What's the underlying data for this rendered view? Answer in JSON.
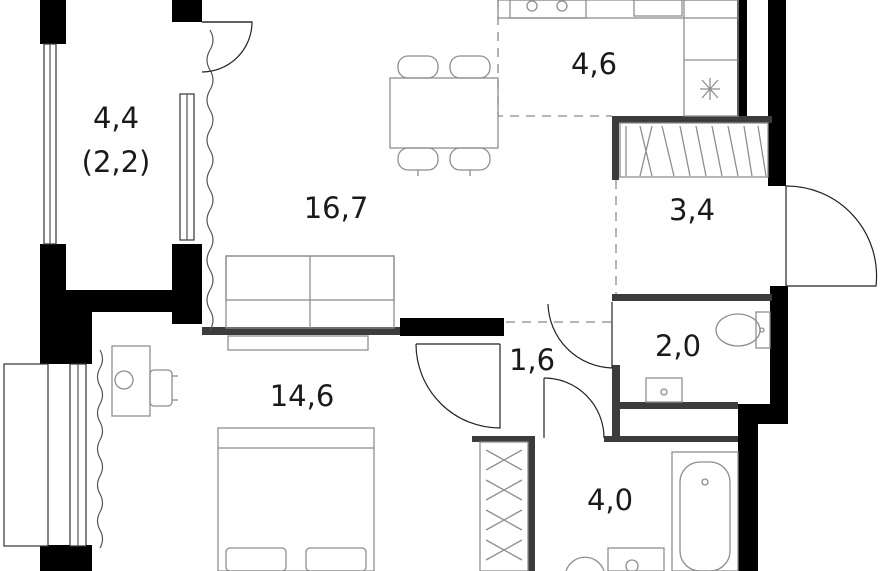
{
  "plan": {
    "rooms": [
      {
        "id": "balcony",
        "label": "4,4",
        "sublabel": "(2,2)"
      },
      {
        "id": "kitchen-living",
        "label": "16,7"
      },
      {
        "id": "kitchen-zone",
        "label": "4,6"
      },
      {
        "id": "wardrobe",
        "label": "3,4"
      },
      {
        "id": "toilet",
        "label": "2,0"
      },
      {
        "id": "hall",
        "label": "1,6"
      },
      {
        "id": "bedroom",
        "label": "14,6"
      },
      {
        "id": "bathroom",
        "label": "4,0"
      }
    ]
  }
}
